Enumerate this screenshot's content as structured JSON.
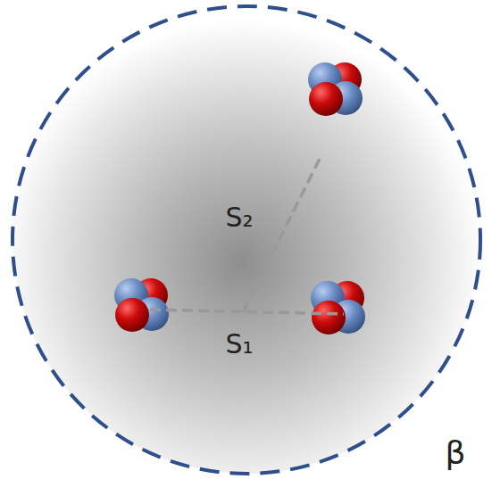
{
  "diagram": {
    "labels": [
      "S₂",
      "S₁",
      "β"
    ]
  }
}
